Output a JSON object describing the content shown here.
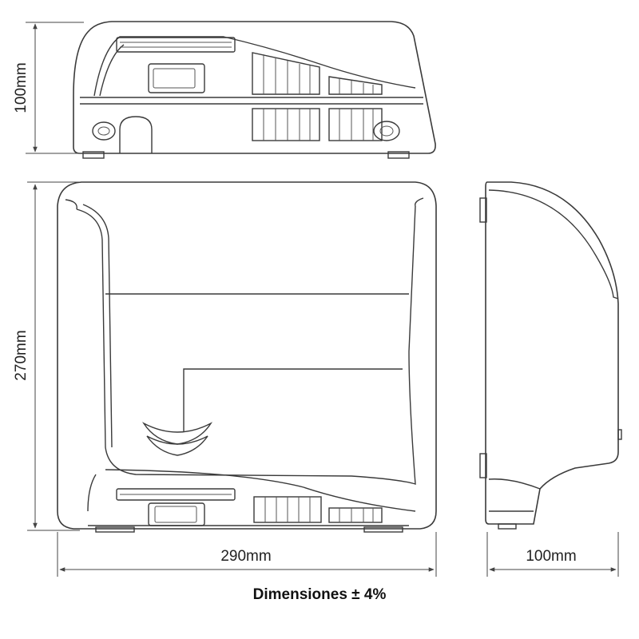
{
  "dimensions": {
    "top_height": "100mm",
    "front_height": "270mm",
    "front_width": "290mm",
    "side_depth": "100mm"
  },
  "caption": "Dimensiones ± 4%"
}
